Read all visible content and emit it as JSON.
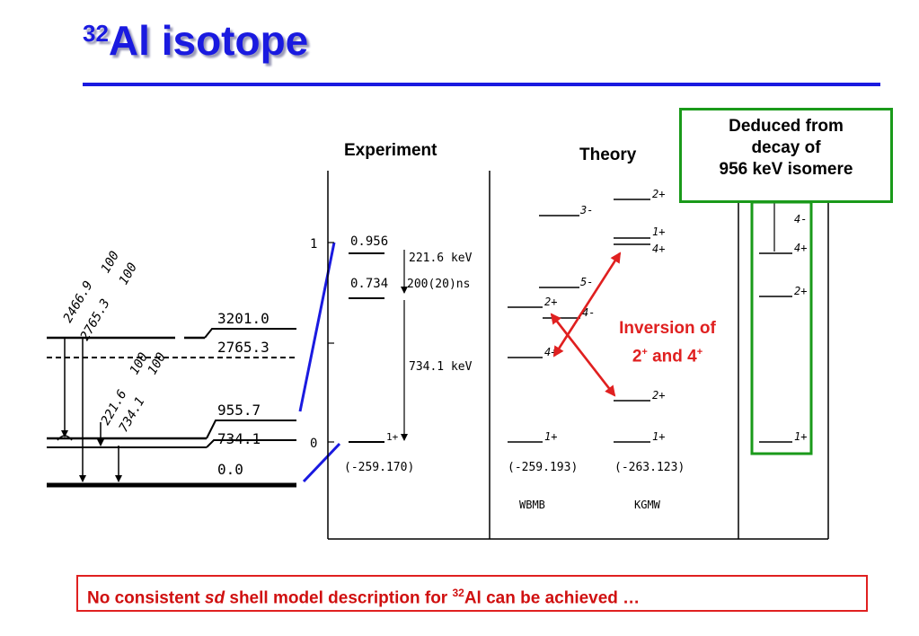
{
  "title": {
    "superscript": "32",
    "text": "Al isotope"
  },
  "left_scheme": {
    "levels": [
      "3201.0",
      "2765.3",
      "955.7",
      "734.1",
      "0.0"
    ],
    "gammas": [
      {
        "energy": "2466.9",
        "intensity": "100"
      },
      {
        "energy": "2765.3",
        "intensity": "100"
      },
      {
        "energy": "221.6",
        "intensity": "100"
      },
      {
        "energy": "734.1",
        "intensity": "100"
      }
    ]
  },
  "experiment": {
    "header": "Experiment",
    "axis_ticks": [
      "1",
      "0"
    ],
    "levels": [
      "0.956",
      "0.734"
    ],
    "transitions": [
      "221.6 keV",
      "200(20)ns",
      "734.1 keV"
    ],
    "ground_spin": "1+",
    "binding": "(-259.170)"
  },
  "theory": {
    "header": "Theory",
    "wbmb": {
      "name": "WBMB",
      "binding": "(-259.193)",
      "spins": [
        "3-",
        "5-",
        "2+",
        "4-",
        "4+",
        "1+"
      ]
    },
    "kgmw": {
      "name": "KGMW",
      "binding": "(-263.123)",
      "spins": [
        "2+",
        "1+",
        "4+",
        "2+",
        "1+"
      ]
    }
  },
  "deduced_box": {
    "line1": "Deduced from",
    "line2": "decay of",
    "line3": "956 keV isomere"
  },
  "deduced_spins": [
    "4-",
    "4+",
    "2+",
    "1+"
  ],
  "inversion": {
    "line1": "Inversion of",
    "a": "2",
    "a_sup": "+",
    "mid": " and 4",
    "b_sup": "+"
  },
  "footer": {
    "pre": "No consistent ",
    "italic": "sd",
    "mid": " shell model description for ",
    "sup": "32",
    "post": "Al can be achieved …"
  },
  "colors": {
    "title": "#1a1ae0",
    "green": "#1a9a1a",
    "red": "#e02020"
  }
}
